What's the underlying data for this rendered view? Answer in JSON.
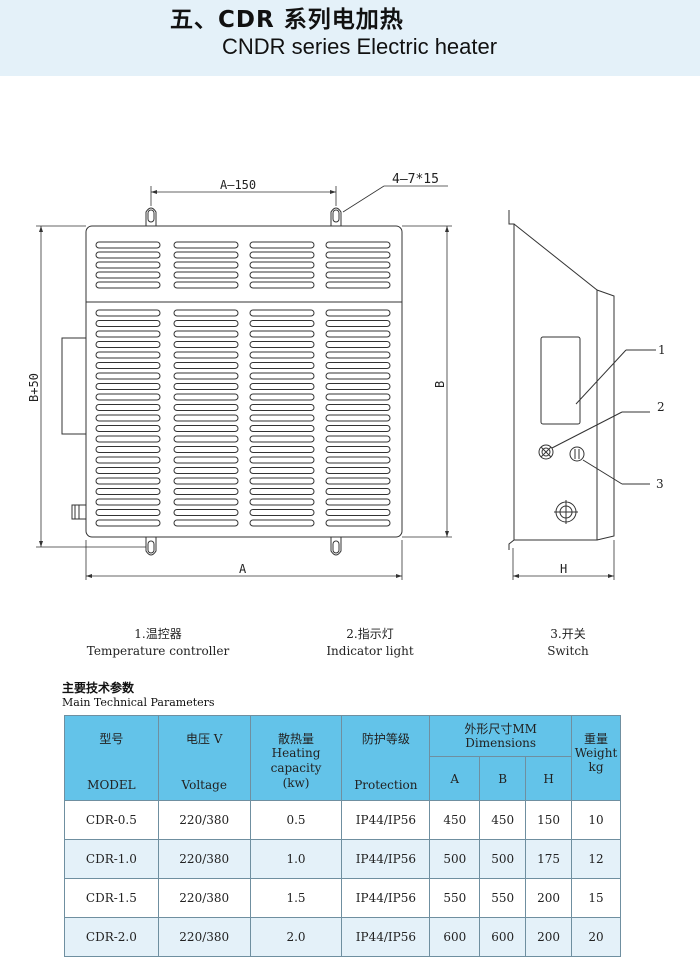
{
  "header": {
    "title_cn": "五、CDR 系列电加热",
    "title_en": "CNDR series Electric heater"
  },
  "drawing": {
    "dim_a150": "A—150",
    "dim_holes": "4—7*15",
    "dim_b50": "B+50",
    "dim_b": "B",
    "dim_a": "A",
    "dim_h": "H",
    "callout_1": "1",
    "callout_2": "2",
    "callout_3": "3"
  },
  "legend": [
    {
      "cn": "1.温控器",
      "en": "Temperature controller"
    },
    {
      "cn": "2.指示灯",
      "en": "Indicator light"
    },
    {
      "cn": "3.开关",
      "en": "Switch"
    }
  ],
  "params": {
    "title_cn": "主要技术参数",
    "title_en": "Main Technical Parameters"
  },
  "table": {
    "h_model_cn": "型号",
    "h_model_en": "MODEL",
    "h_voltage_cn": "电压 V",
    "h_voltage_en": "Voltage",
    "h_heat_cn": "散热量",
    "h_heat_en": "Heating capacity",
    "h_heat_unit": "(kw)",
    "h_prot_cn": "防护等级",
    "h_prot_en": "Protection",
    "h_dim_cn": "外形尺寸MM",
    "h_dim_en": "Dimensions",
    "h_a": "A",
    "h_b": "B",
    "h_h": "H",
    "h_weight_cn": "重量",
    "h_weight_en": "Weight",
    "h_weight_unit": "kg",
    "rows": [
      {
        "model": "CDR-0.5",
        "voltage": "220/380",
        "heat": "0.5",
        "prot": "IP44/IP56",
        "a": "450",
        "b": "450",
        "h": "150",
        "weight": "10"
      },
      {
        "model": "CDR-1.0",
        "voltage": "220/380",
        "heat": "1.0",
        "prot": "IP44/IP56",
        "a": "500",
        "b": "500",
        "h": "175",
        "weight": "12"
      },
      {
        "model": "CDR-1.5",
        "voltage": "220/380",
        "heat": "1.5",
        "prot": "IP44/IP56",
        "a": "550",
        "b": "550",
        "h": "200",
        "weight": "15"
      },
      {
        "model": "CDR-2.0",
        "voltage": "220/380",
        "heat": "2.0",
        "prot": "IP44/IP56",
        "a": "600",
        "b": "600",
        "h": "200",
        "weight": "20"
      }
    ]
  }
}
